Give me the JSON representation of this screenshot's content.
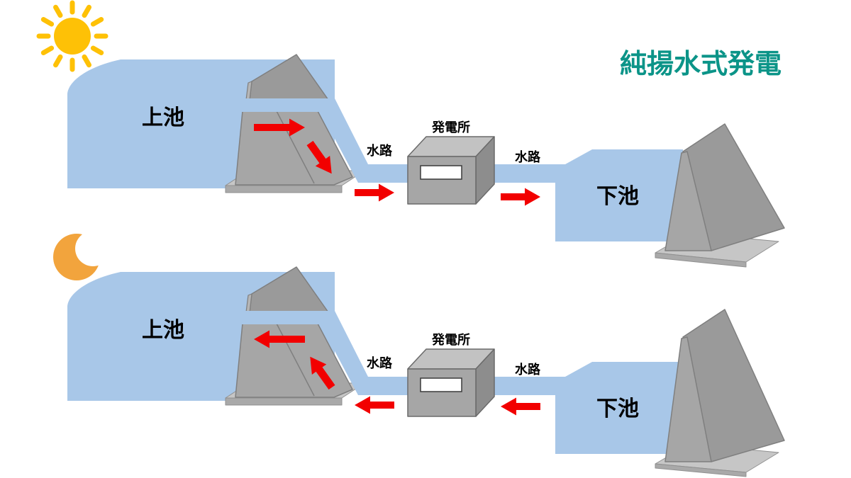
{
  "title": {
    "text": "純揚水式発電"
  },
  "colors": {
    "water": "#a8c7e8",
    "dam": "#a6a6a6",
    "dam-slope": "#9a9a9a",
    "dam-light": "#b5b5b5",
    "dam-edge": "#7f7f7f",
    "slab": "#c6c6c6",
    "slab-front": "#a9a9a9",
    "station-top": "#c2c2c2",
    "station-side": "#8d8d8d",
    "station-edge": "#6a6a6a",
    "window": "#ffffff",
    "window-edge": "#3a3a3a",
    "arrow": "#f20000",
    "sun": "#fec106",
    "moon": "#f2a43d",
    "title": "#0b9488",
    "label": "#000000"
  },
  "panels": {
    "day": {
      "time": "day",
      "icon": "sun",
      "arrow_direction": "right",
      "labels": {
        "upper_reservoir": "上池",
        "waterway_left": "水路",
        "power_station": "発電所",
        "waterway_right": "水路",
        "lower_reservoir": "下池"
      }
    },
    "night": {
      "time": "night",
      "icon": "moon",
      "arrow_direction": "left",
      "labels": {
        "upper_reservoir": "上池",
        "waterway_left": "水路",
        "power_station": "発電所",
        "waterway_right": "水路",
        "lower_reservoir": "下池"
      }
    }
  }
}
